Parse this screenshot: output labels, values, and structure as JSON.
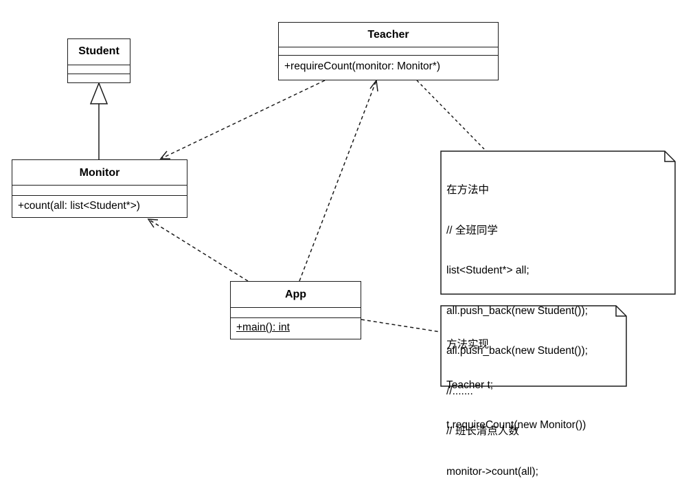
{
  "classes": {
    "teacher": {
      "name": "Teacher",
      "operations": [
        "+requireCount(monitor: Monitor*)"
      ]
    },
    "student": {
      "name": "Student",
      "operations": []
    },
    "monitor": {
      "name": "Monitor",
      "operations": [
        "+count(all: list<Student*>)"
      ]
    },
    "app": {
      "name": "App",
      "operations": [
        "+main(): int"
      ]
    }
  },
  "notes": {
    "method_note": {
      "lines": [
        "在方法中",
        "// 全班同学",
        "list<Student*> all;",
        "all.push_back(new Student());",
        "all.push_back(new Student());",
        "//.......",
        "// 班长清点人数",
        "monitor->count(all);"
      ]
    },
    "impl_note": {
      "lines": [
        "方法实现",
        "Teacher t;",
        "t.requireCount(new Monitor())"
      ]
    }
  },
  "relations": [
    {
      "from": "Monitor",
      "to": "Student",
      "type": "generalization"
    },
    {
      "from": "Teacher",
      "to": "Monitor",
      "type": "dependency"
    },
    {
      "from": "App",
      "to": "Monitor",
      "type": "dependency"
    },
    {
      "from": "App",
      "to": "Teacher",
      "type": "dependency"
    },
    {
      "from": "Teacher",
      "to": "method_note",
      "type": "note-anchor"
    },
    {
      "from": "App",
      "to": "impl_note",
      "type": "note-anchor"
    }
  ]
}
